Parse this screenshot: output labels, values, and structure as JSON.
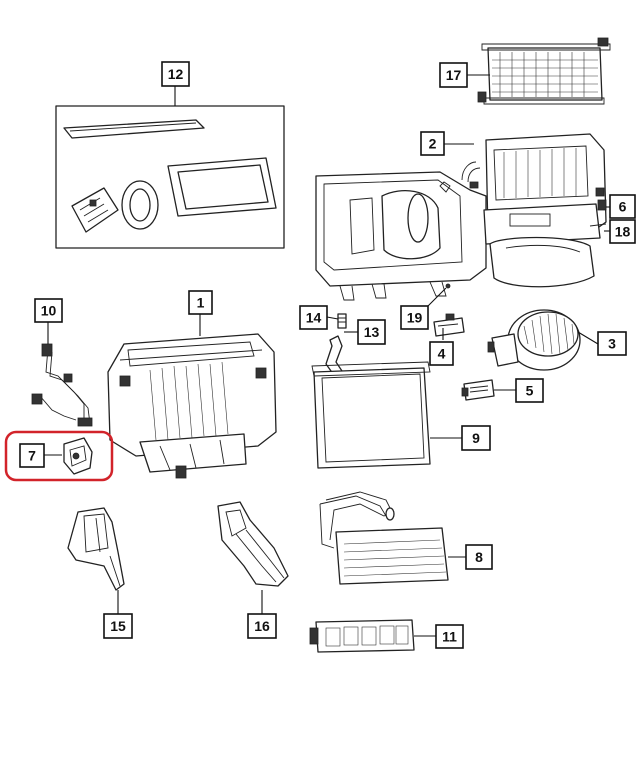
{
  "diagram": {
    "callouts": {
      "c1": "1",
      "c2": "2",
      "c3": "3",
      "c4": "4",
      "c5": "5",
      "c6": "6",
      "c7": "7",
      "c8": "8",
      "c9": "9",
      "c10": "10",
      "c11": "11",
      "c12": "12",
      "c13": "13",
      "c14": "14",
      "c15": "15",
      "c16": "16",
      "c17": "17",
      "c18": "18",
      "c19": "19"
    },
    "highlighted_callout": "7",
    "colors": {
      "highlight": "#d2232a",
      "line": "#222222"
    }
  }
}
